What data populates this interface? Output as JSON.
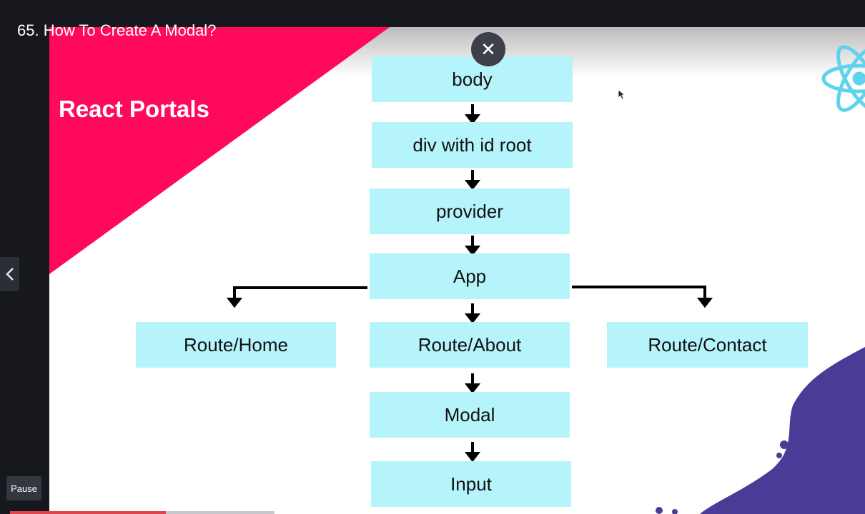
{
  "player": {
    "title": "65. How To Create A Modal?",
    "pause_label": "Pause",
    "progress": 0.59
  },
  "slide": {
    "title": "React Portals",
    "diagram": {
      "nodes": {
        "body": "body",
        "root": "div with id root",
        "provider": "provider",
        "app": "App",
        "home": "Route/Home",
        "about": "Route/About",
        "contact": "Route/Contact",
        "modal": "Modal",
        "input": "Input"
      }
    }
  },
  "icons": {
    "close": "close-icon",
    "prev": "chevron-left-icon",
    "react": "react-logo-icon"
  },
  "colors": {
    "accent_pink": "#ff0a5a",
    "box_fill": "#b6f4fb",
    "purple": "#4b3a96",
    "progress": "#e0454b",
    "react_blue": "#5fd3ec"
  }
}
